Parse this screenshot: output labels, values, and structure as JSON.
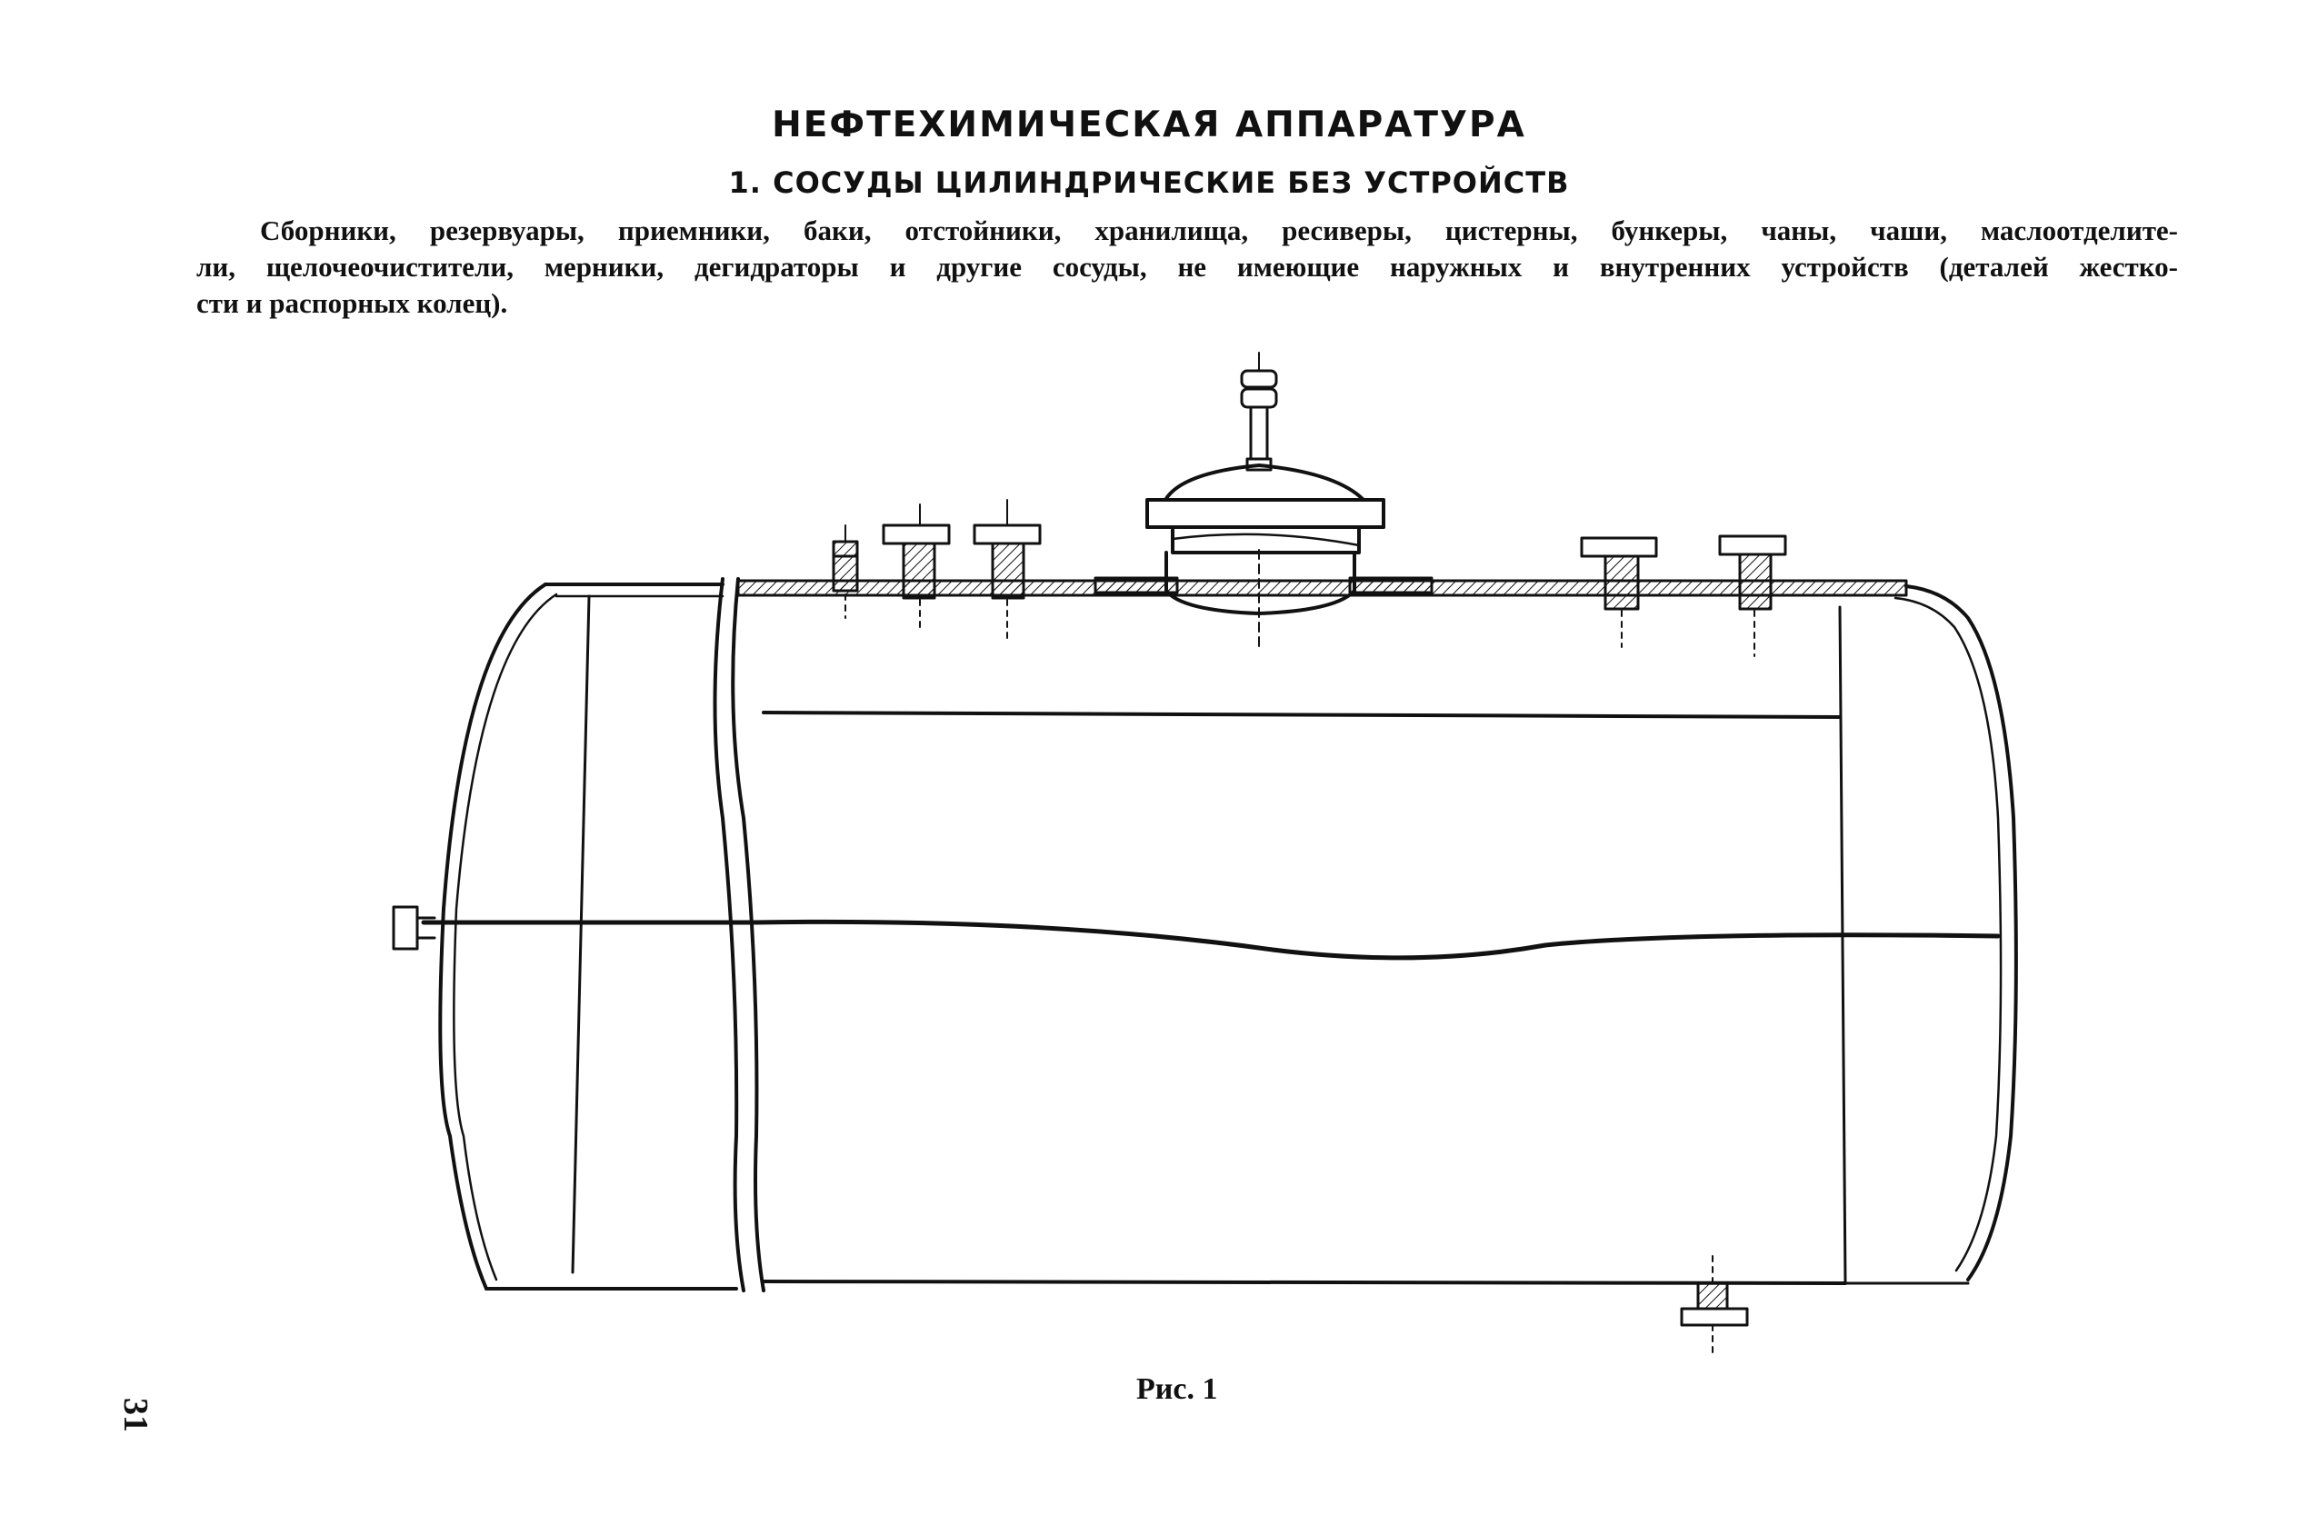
{
  "heading": {
    "title": "НЕФТЕХИМИЧЕСКАЯ АППАРАТУРА",
    "subtitle": "1. СОСУДЫ ЦИЛИНДРИЧЕСКИЕ БЕЗ УСТРОЙСТВ"
  },
  "body": {
    "lines": [
      "Сборники, резервуары, приемники, баки, отстойники, хранилища, ресиверы, цистерны, бункеры, чаны, чаши, маслоотделите-",
      "ли, щелочеочистители, мерники, дегидраторы и другие сосуды, не имеющие наружных и внутренних устройств (деталей жестко-",
      "сти и распорных колец)."
    ]
  },
  "figure": {
    "caption": "Рис. 1"
  },
  "page": {
    "number": "31"
  }
}
